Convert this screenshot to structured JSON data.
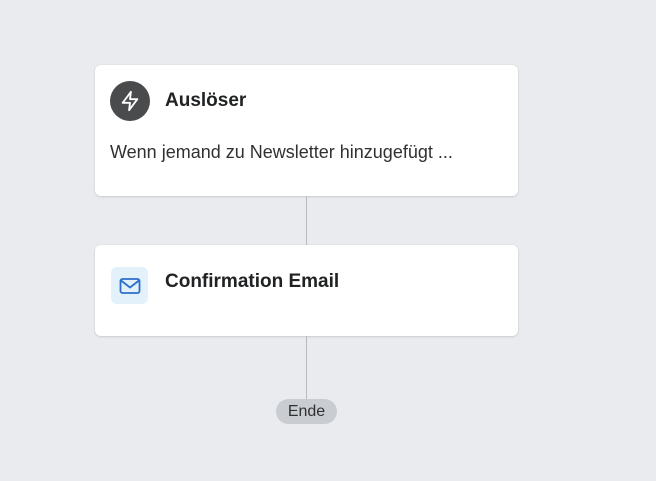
{
  "flow": {
    "trigger": {
      "icon": "lightning-bolt-icon",
      "title": "Auslöser",
      "description": "Wenn jemand zu Newsletter hinzugefügt ..."
    },
    "steps": [
      {
        "icon": "mail-icon",
        "title": "Confirmation Email"
      }
    ],
    "end_label": "Ende"
  },
  "colors": {
    "background": "#e9ebee",
    "card": "#ffffff",
    "trigger_icon_bg": "#4a4b4d",
    "email_icon_bg": "#e3f1fb",
    "email_icon_stroke": "#2c6ecb",
    "connector": "#b8bbbf",
    "end_pill": "#c9ccd0"
  }
}
